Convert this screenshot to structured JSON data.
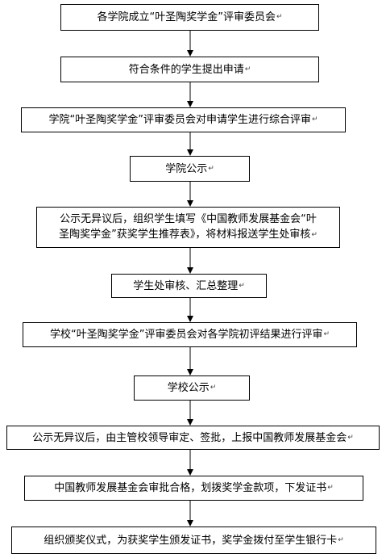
{
  "steps": [
    {
      "text": "各学院成立“叶圣陶奖学金”评审委员会"
    },
    {
      "text": "符合条件的学生提出申请"
    },
    {
      "text": "学院“叶圣陶奖学金”评审委员会对申请学生进行综合评审"
    },
    {
      "text": "学院公示"
    },
    {
      "line1": "公示无异议后，组织学生填写《中国教师发展基金会“叶",
      "line2": "圣陶奖学金”获奖学生推荐表》，将材料报送学生处审核"
    },
    {
      "text": "学生处审核、汇总整理"
    },
    {
      "text": "学校“叶圣陶奖学金”评审委员会对各学院初评结果进行评审"
    },
    {
      "text": "学校公示"
    },
    {
      "text": "公示无异议后，由主管校领导审定、签批，上报中国教师发展基金会"
    },
    {
      "text": "中国教师发展基金会审批合格，划拨奖学金款项，下发证书"
    },
    {
      "text": "组织颁奖仪式，为获奖学生颁发证书，奖学金拨付至学生银行卡"
    }
  ],
  "paragraph_mark": "↵"
}
